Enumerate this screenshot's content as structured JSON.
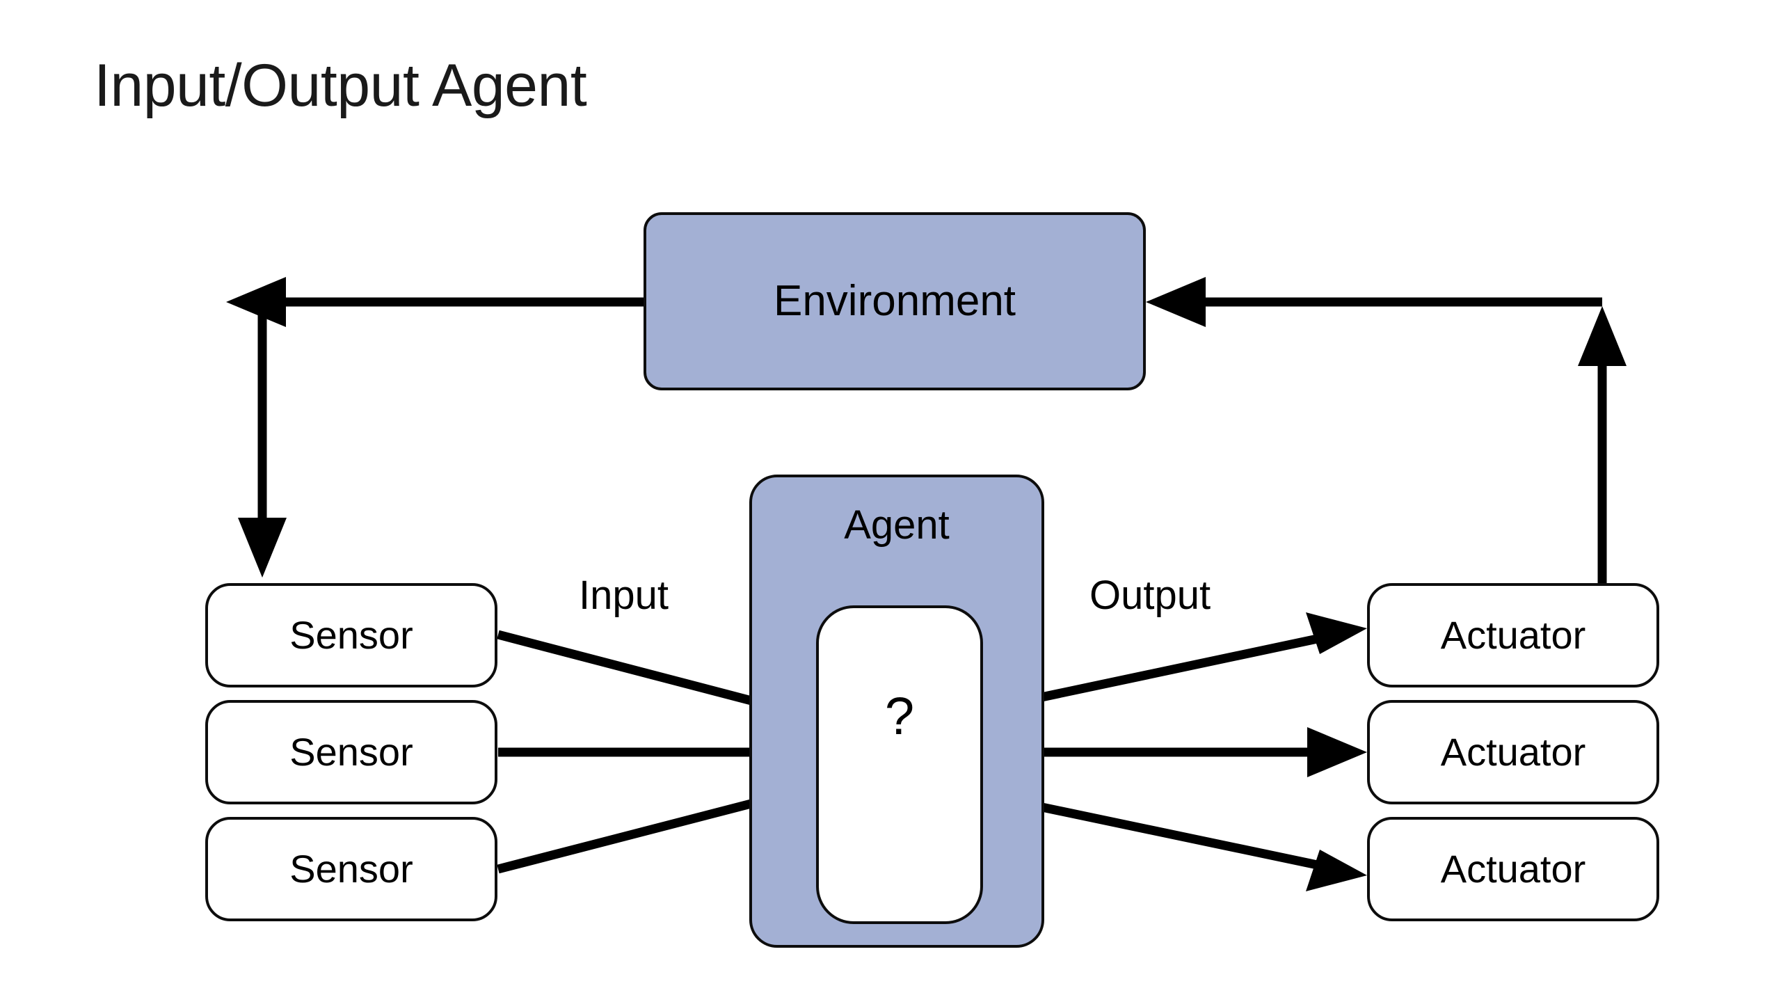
{
  "slide": {
    "title": "Input/Output Agent",
    "background": "#ffffff"
  },
  "colors": {
    "block_fill": "#a3b0d4",
    "block_stroke": "#0d0d0d",
    "leaf_fill": "#ffffff",
    "arrow": "#000000",
    "title_text": "#1a1a1a"
  },
  "nodes": {
    "environment": {
      "label": "Environment"
    },
    "agent": {
      "label": "Agent",
      "inner_label": "?"
    },
    "sensors": [
      {
        "label": "Sensor"
      },
      {
        "label": "Sensor"
      },
      {
        "label": "Sensor"
      }
    ],
    "actuators": [
      {
        "label": "Actuator"
      },
      {
        "label": "Actuator"
      },
      {
        "label": "Actuator"
      }
    ]
  },
  "flow_labels": {
    "input": "Input",
    "output": "Output"
  },
  "connections": [
    {
      "from": "environment",
      "to": "sensors",
      "style": "elbow-left-down",
      "arrowheads": [
        "left",
        "down"
      ]
    },
    {
      "from": "sensor-1",
      "to": "agent",
      "style": "diagonal-down",
      "arrowheads": [
        "right"
      ]
    },
    {
      "from": "sensor-2",
      "to": "agent",
      "style": "straight",
      "arrowheads": [
        "right"
      ]
    },
    {
      "from": "sensor-3",
      "to": "agent",
      "style": "diagonal-up",
      "arrowheads": [
        "right"
      ]
    },
    {
      "from": "agent",
      "to": "actuator-1",
      "style": "diagonal-up",
      "arrowheads": [
        "right"
      ]
    },
    {
      "from": "agent",
      "to": "actuator-2",
      "style": "straight",
      "arrowheads": [
        "right"
      ]
    },
    {
      "from": "agent",
      "to": "actuator-3",
      "style": "diagonal-down",
      "arrowheads": [
        "right"
      ]
    },
    {
      "from": "actuators",
      "to": "environment",
      "style": "elbow-up-left",
      "arrowheads": [
        "up",
        "left"
      ]
    }
  ]
}
